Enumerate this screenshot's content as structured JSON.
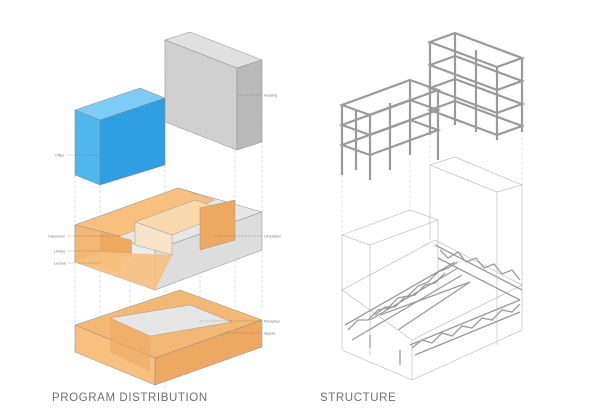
{
  "left_panel": {
    "title": "PROGRAM DISTRIBUTION",
    "callouts": {
      "housing": "Housing",
      "office": "Office",
      "classroom": "Classroom",
      "library": "Library",
      "lecture": "Lecture",
      "circulation": "Circulation",
      "reception": "Reception",
      "supply": "Supply"
    }
  },
  "right_panel": {
    "title": "STRUCTURE"
  },
  "colors": {
    "orange": "#f7c07f",
    "orange_dark": "#eda960",
    "orange_mid": "#f3b874",
    "blue_left": "#4fb6ee",
    "blue_right": "#2e9fe2",
    "blue_top": "#7cccf6",
    "gray_front": "#cfcfcf",
    "gray_side": "#b9b9b9",
    "gray_top": "#e0e0e0",
    "light_gray": "#e6e6e6",
    "line": "#8c8c8c",
    "structure": "#9a9a9a"
  }
}
